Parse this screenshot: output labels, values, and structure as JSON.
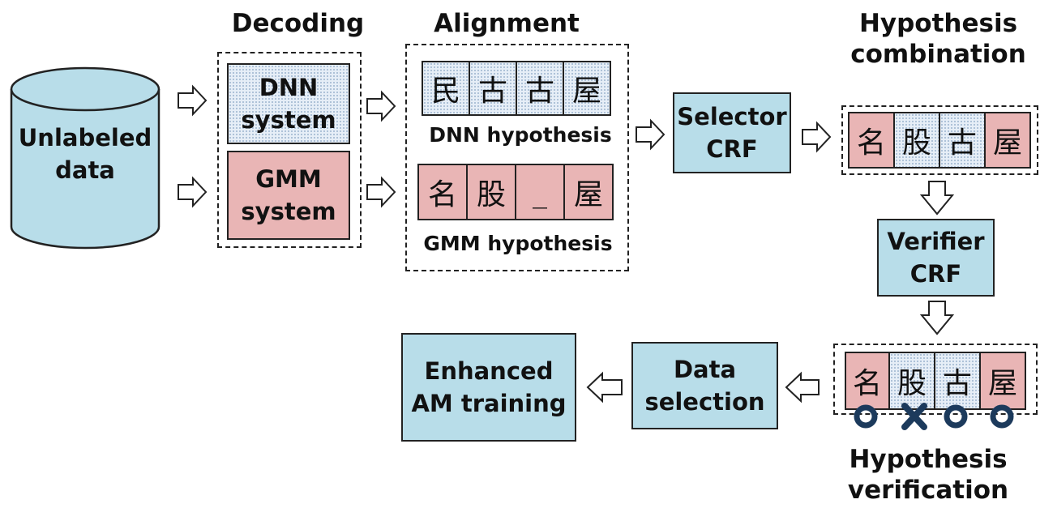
{
  "headings": {
    "decoding": "Decoding",
    "alignment": "Alignment",
    "hyp_combination": [
      "Hypothesis",
      "combination"
    ],
    "hyp_verification": [
      "Hypothesis",
      "verification"
    ]
  },
  "nodes": {
    "unlabeled": [
      "Unlabeled",
      "data"
    ],
    "dnn_system": [
      "DNN",
      "system"
    ],
    "gmm_system": [
      "GMM",
      "system"
    ],
    "selector": [
      "Selector",
      "CRF"
    ],
    "verifier": [
      "Verifier",
      "CRF"
    ],
    "data_selection": [
      "Data",
      "selection"
    ],
    "enhanced": [
      "Enhanced",
      "AM training"
    ]
  },
  "hypotheses": {
    "dnn": {
      "label": "DNN hypothesis",
      "tokens": [
        "民",
        "古",
        "古",
        "屋"
      ]
    },
    "gmm": {
      "label": "GMM hypothesis",
      "tokens": [
        "名",
        "股",
        "_",
        "屋"
      ]
    },
    "combined": {
      "tokens": [
        "名",
        "股",
        "古",
        "屋"
      ],
      "sources": [
        "gmm",
        "dnn",
        "dnn",
        "gmm"
      ]
    },
    "verified": {
      "tokens": [
        "名",
        "股",
        "古",
        "屋"
      ],
      "marks": [
        "o",
        "x",
        "o",
        "o"
      ]
    }
  },
  "colors": {
    "dnn": "#b8dde9",
    "gmm": "#e9b5b5",
    "mark": "#1c3a5c"
  },
  "icons": [
    "hollow-arrow-right-icon",
    "hollow-arrow-down-icon",
    "hollow-arrow-left-icon",
    "circle-mark-icon",
    "cross-mark-icon"
  ]
}
